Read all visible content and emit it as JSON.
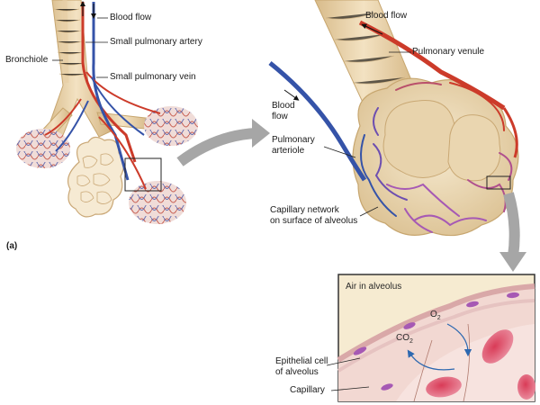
{
  "panel_marker": "(a)",
  "labels": {
    "blood_flow_left": "Blood flow",
    "small_pulmonary_artery": "Small pulmonary artery",
    "small_pulmonary_vein": "Small pulmonary vein",
    "bronchiole": "Bronchiole",
    "blood_flow_top_right": "Blood flow",
    "pulmonary_venule": "Pulmonary venule",
    "blood_flow_mid_line1": "Blood",
    "blood_flow_mid_line2": "flow",
    "pulmonary_arteriole_line1": "Pulmonary",
    "pulmonary_arteriole_line2": "arteriole",
    "capillary_network_line1": "Capillary network",
    "capillary_network_line2": "on surface of alveolus",
    "air_in_alveolus": "Air in alveolus",
    "o2_base": "O",
    "o2_sub": "2",
    "co2_base": "CO",
    "co2_sub": "2",
    "epithelial_line1": "Epithelial cell",
    "epithelial_line2": "of alveolus",
    "capillary": "Capillary"
  },
  "colors": {
    "airway": "#efd9b4",
    "airway_shade": "#d9bd8e",
    "artery_red": "#cc3b2a",
    "vein_blue": "#3553a8",
    "capillary_purple": "#a659b4",
    "callout_arrow": "#a6a6a6",
    "alveolus_fill": "#f3e6c8"
  }
}
